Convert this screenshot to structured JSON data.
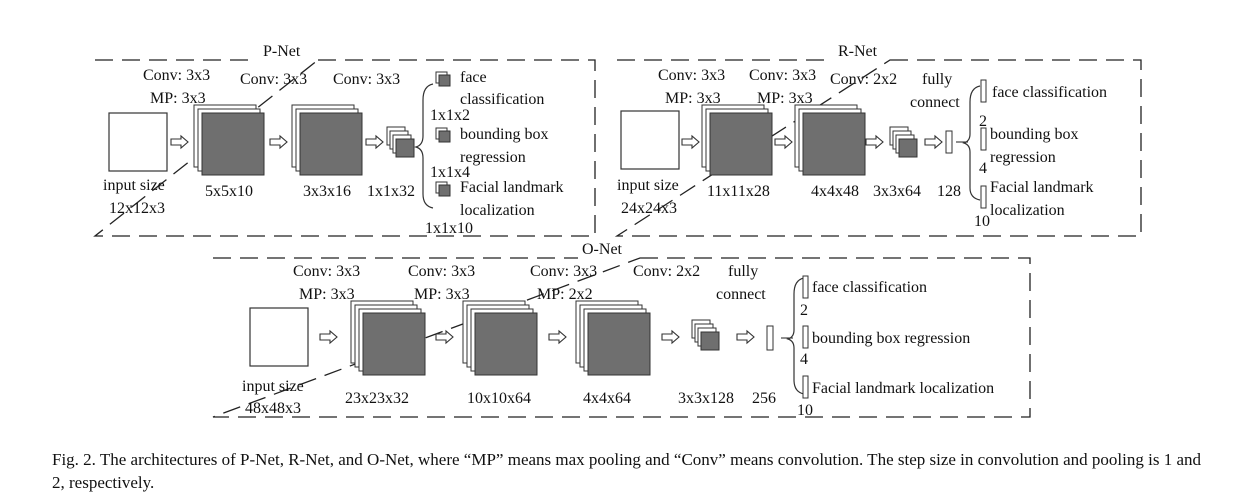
{
  "pnet": {
    "title": "P-Net",
    "input_label": "input size",
    "input_size": "12x12x3",
    "layers": [
      {
        "op1": "Conv: 3x3",
        "op2": "MP: 3x3",
        "out": "5x5x10"
      },
      {
        "op1": "Conv: 3x3",
        "op2": "",
        "out": "3x3x16"
      },
      {
        "op1": "Conv: 3x3",
        "op2": "",
        "out": "1x1x32"
      }
    ],
    "heads": [
      {
        "line1": "face",
        "line2": "classification",
        "dim": "1x1x2"
      },
      {
        "line1": "bounding box",
        "line2": "regression",
        "dim": "1x1x4"
      },
      {
        "line1": "Facial landmark",
        "line2": "localization",
        "dim": "1x1x10"
      }
    ]
  },
  "rnet": {
    "title": "R-Net",
    "input_label": "input size",
    "input_size": "24x24x3",
    "layers": [
      {
        "op1": "Conv: 3x3",
        "op2": "MP: 3x3",
        "out": "11x11x28"
      },
      {
        "op1": "Conv: 3x3",
        "op2": "MP: 3x3",
        "out": "4x4x48"
      },
      {
        "op1": "Conv: 2x2",
        "op2": "",
        "out": "3x3x64"
      }
    ],
    "fc": {
      "line1": "fully",
      "line2": "connect",
      "out": "128"
    },
    "heads": [
      {
        "line1": "face classification",
        "line2": "",
        "dim": "2"
      },
      {
        "line1": "bounding box",
        "line2": "regression",
        "dim": "4"
      },
      {
        "line1": "Facial landmark",
        "line2": "localization",
        "dim": "10"
      }
    ]
  },
  "onet": {
    "title": "O-Net",
    "input_label": "input size",
    "input_size": "48x48x3",
    "layers": [
      {
        "op1": "Conv: 3x3",
        "op2": "MP: 3x3",
        "out": "23x23x32"
      },
      {
        "op1": "Conv: 3x3",
        "op2": "MP: 3x3",
        "out": "10x10x64"
      },
      {
        "op1": "Conv: 3x3",
        "op2": "MP: 2x2",
        "out": "4x4x64"
      },
      {
        "op1": "Conv: 2x2",
        "op2": "",
        "out": "3x3x128"
      }
    ],
    "fc": {
      "line1": "fully",
      "line2": "connect",
      "out": "256"
    },
    "heads": [
      {
        "line1": "face classification",
        "dim": "2"
      },
      {
        "line1": "bounding box regression",
        "dim": "4"
      },
      {
        "line1": "Facial landmark localization",
        "dim": "10"
      }
    ]
  },
  "caption": {
    "text": "Fig. 2.  The architectures of P-Net, R-Net, and O-Net, where “MP” means max pooling and “Conv” means convolution. The step size in convolution and pooling is 1 and 2, respectively."
  },
  "colors": {
    "block": "#6f6f6f",
    "line": "#222222",
    "background": "#ffffff"
  }
}
